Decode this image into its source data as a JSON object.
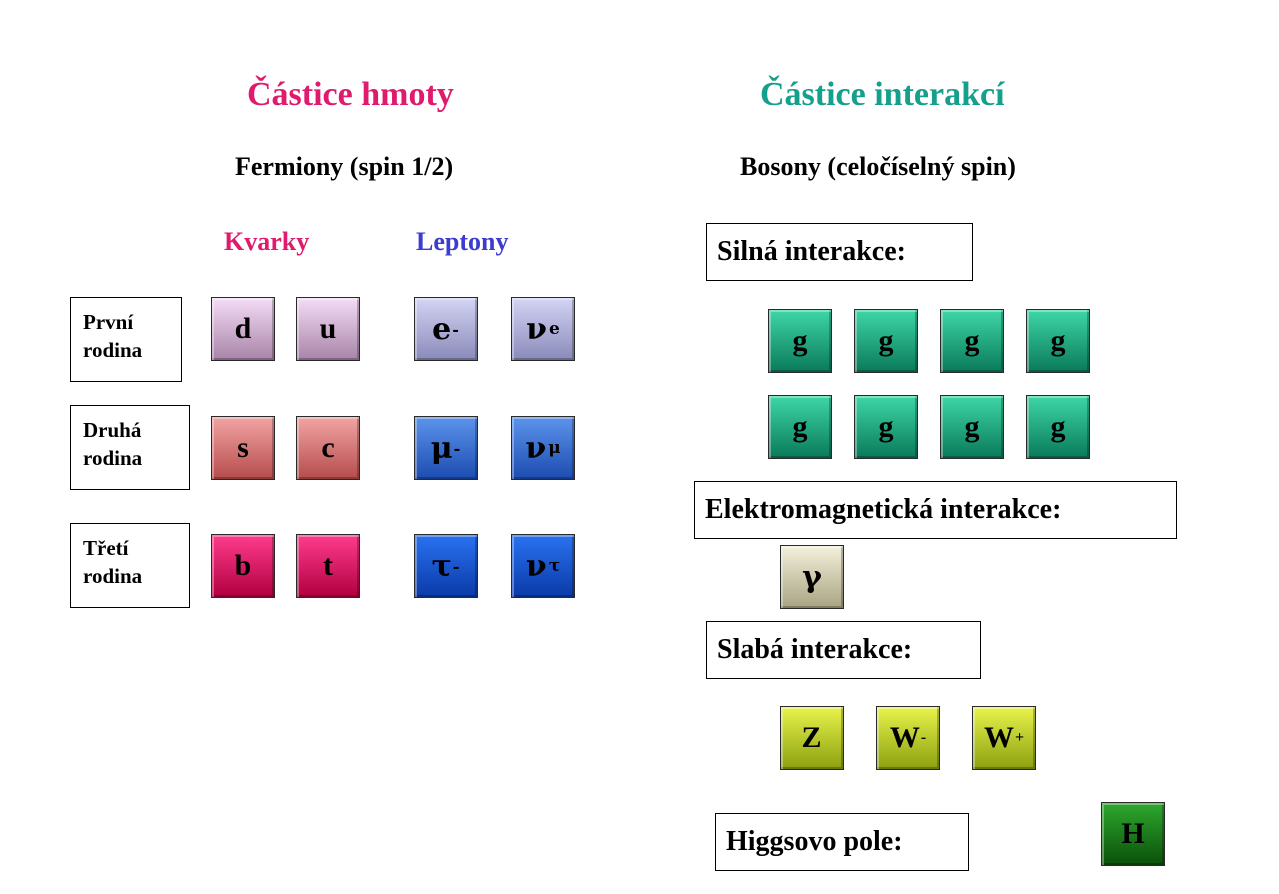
{
  "left": {
    "title": "Částice hmoty",
    "subtitle": "Fermiony (spin 1/2)",
    "quarks_label": "Kvarky",
    "leptons_label": "Leptony",
    "generations": [
      {
        "line1": "První",
        "line2": "rodina"
      },
      {
        "line1": "Druhá",
        "line2": "rodina"
      },
      {
        "line1": "Třetí",
        "line2": "rodina"
      }
    ],
    "quarks": [
      {
        "symbol": "d",
        "color_top": "#f4dcf6",
        "color_bottom": "#a884a8"
      },
      {
        "symbol": "u",
        "color_top": "#f4dcf6",
        "color_bottom": "#a884a8"
      },
      {
        "symbol": "s",
        "color_top": "#f2a4a4",
        "color_bottom": "#b64c4c"
      },
      {
        "symbol": "c",
        "color_top": "#f2a4a4",
        "color_bottom": "#b64c4c"
      },
      {
        "symbol": "b",
        "color_top": "#ff3c8c",
        "color_bottom": "#b00040"
      },
      {
        "symbol": "t",
        "color_top": "#ff3c8c",
        "color_bottom": "#b00040"
      }
    ],
    "leptons": [
      {
        "symbol": "e",
        "sup": "-",
        "sub": "",
        "color_top": "#d4d4f4",
        "color_bottom": "#8a8aba"
      },
      {
        "symbol": "ν",
        "sup": "",
        "sub": "e",
        "color_top": "#d4d4f4",
        "color_bottom": "#8a8aba"
      },
      {
        "symbol": "μ",
        "sup": "-",
        "sub": "",
        "color_top": "#5c94ec",
        "color_bottom": "#1c4cb0"
      },
      {
        "symbol": "ν",
        "sup": "",
        "sub": "μ",
        "color_top": "#5c94ec",
        "color_bottom": "#1c4cb0"
      },
      {
        "symbol": "τ",
        "sup": "-",
        "sub": "",
        "color_top": "#2a72f0",
        "color_bottom": "#0a3aa8"
      },
      {
        "symbol": "ν",
        "sup": "",
        "sub": "τ",
        "color_top": "#2a72f0",
        "color_bottom": "#0a3aa8"
      }
    ]
  },
  "right": {
    "title": "Částice interakcí",
    "subtitle": "Bosony (celočíselný spin)",
    "strong_label": "Silná interakce:",
    "gluons": [
      "g",
      "g",
      "g",
      "g",
      "g",
      "g",
      "g",
      "g"
    ],
    "em_label": "Elektromagnetická interakce:",
    "photon": "γ",
    "weak_label": "Slabá interakce:",
    "weak_bosons": [
      {
        "symbol": "Z",
        "sup": ""
      },
      {
        "symbol": "W",
        "sup": "-"
      },
      {
        "symbol": "W",
        "sup": "+"
      }
    ],
    "higgs_label": "Higgsovo pole:",
    "higgs": "H"
  },
  "colors": {
    "left_title": "#e01a6c",
    "right_title": "#14a08c",
    "quarks_label": "#e01a6c",
    "leptons_label": "#3c3cd0",
    "gluon_top": "#3ed6a6",
    "gluon_bottom": "#0a7a5a",
    "photon_top": "#f4f0dc",
    "photon_bottom": "#a8a482",
    "weak_top": "#e8f44c",
    "weak_bottom": "#8ca010",
    "higgs_top": "#2ea82e",
    "higgs_bottom": "#0a500a"
  }
}
